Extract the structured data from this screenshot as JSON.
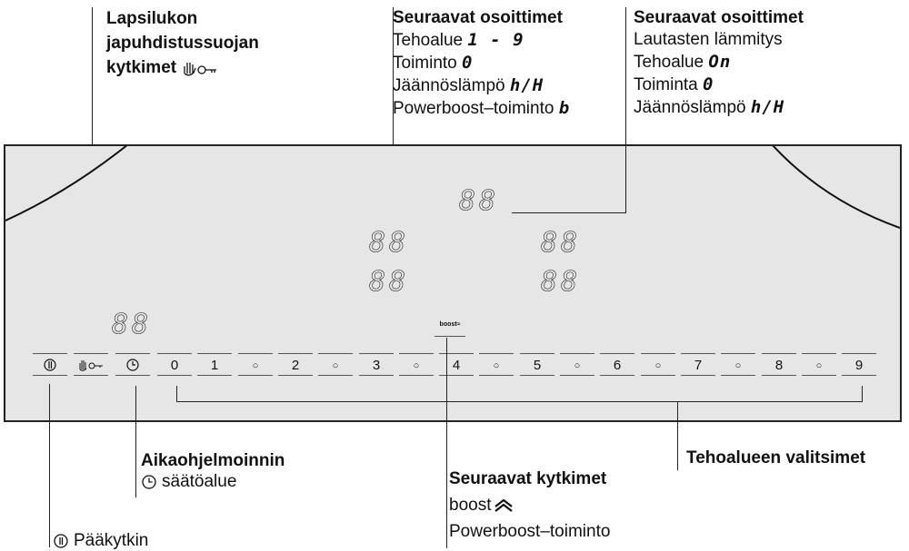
{
  "callouts": {
    "lapsilukon": {
      "lines": [
        "Lapsilukon",
        "japuhdistussuojan",
        "kytkimet"
      ],
      "icon": "hand-key-icon"
    },
    "osoittimet_1": {
      "title": "Seuraavat osoittimet",
      "items": [
        {
          "text": "Tehoalue",
          "code": "1 - 9"
        },
        {
          "text": "Toiminto",
          "code": "0"
        },
        {
          "text": "Jäännöslämpö",
          "code": "h/H"
        },
        {
          "text": "Powerboost–toiminto",
          "code": "b"
        }
      ]
    },
    "osoittimet_2": {
      "title": "Seuraavat osoittimet",
      "items": [
        {
          "text": "Lautasten lämmitys",
          "code": ""
        },
        {
          "text": "Tehoalue",
          "code": "On"
        },
        {
          "text": "Toiminta",
          "code": "0"
        },
        {
          "text": "Jäännöslämpö",
          "code": "h/H"
        }
      ]
    },
    "aikaohjelmoinnin": {
      "title": "Aikaohjelmoinnin",
      "subtitle": "säätöalue",
      "icon": "clock-icon"
    },
    "kytkimet": {
      "title": "Seuraavat kytkimet",
      "line1": "boost",
      "line2": "Powerboost–toiminto",
      "icon": "double-chevron-up-icon"
    },
    "tehoalueen": {
      "title": "Tehoalueen valitsimet"
    },
    "paakytkin": {
      "text": "Pääkytkin",
      "icon": "power-icon"
    }
  },
  "displays": {
    "top": "88",
    "left_upper": "88",
    "left_lower": "88",
    "right_upper": "88",
    "right_lower": "88",
    "timer": "88"
  },
  "boost_button": {
    "label": "boost"
  },
  "control_strip": {
    "power_icon": "power-icon",
    "lock_icon": "hand-key-icon",
    "timer_icon": "clock-icon",
    "levels": [
      "0",
      "1",
      "○",
      "2",
      "○",
      "3",
      "○",
      "4",
      "○",
      "5",
      "○",
      "6",
      "○",
      "7",
      "○",
      "8",
      "○",
      "9"
    ]
  }
}
